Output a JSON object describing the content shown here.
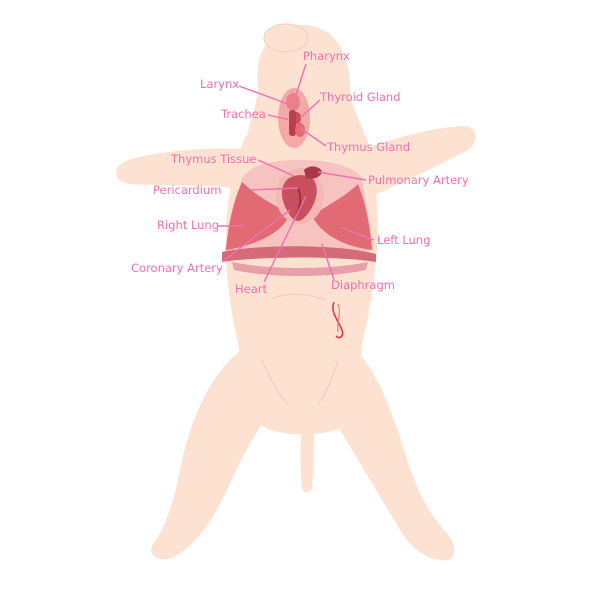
{
  "labels": {
    "pharynx": "Pharynx",
    "larynx": "Larynx",
    "thyroid_gland": "Thyroid Gland",
    "trachea": "Trachea",
    "thymus_gland": "Thymus Gland",
    "thymus_tissue": "Thymus Tissue",
    "pulmonary_artery": "Pulmonary Artery",
    "pericardium": "Pericardium",
    "right_lung": "Right Lung",
    "left_lung": "Left Lung",
    "coronary_artery": "Coronary Artery",
    "heart": "Heart",
    "diaphragm": "Diaphragm"
  },
  "colors": {
    "skin": "#fde2d2",
    "skin_outline": "#f6cdb7",
    "cavity": "#f4a9a6",
    "lung": "#e26a74",
    "heart": "#c94f5c",
    "pericardium": "#f3b7b6",
    "diaphragm": "#d66b78",
    "label": "#f070b0",
    "cord": "#e03a3a"
  }
}
